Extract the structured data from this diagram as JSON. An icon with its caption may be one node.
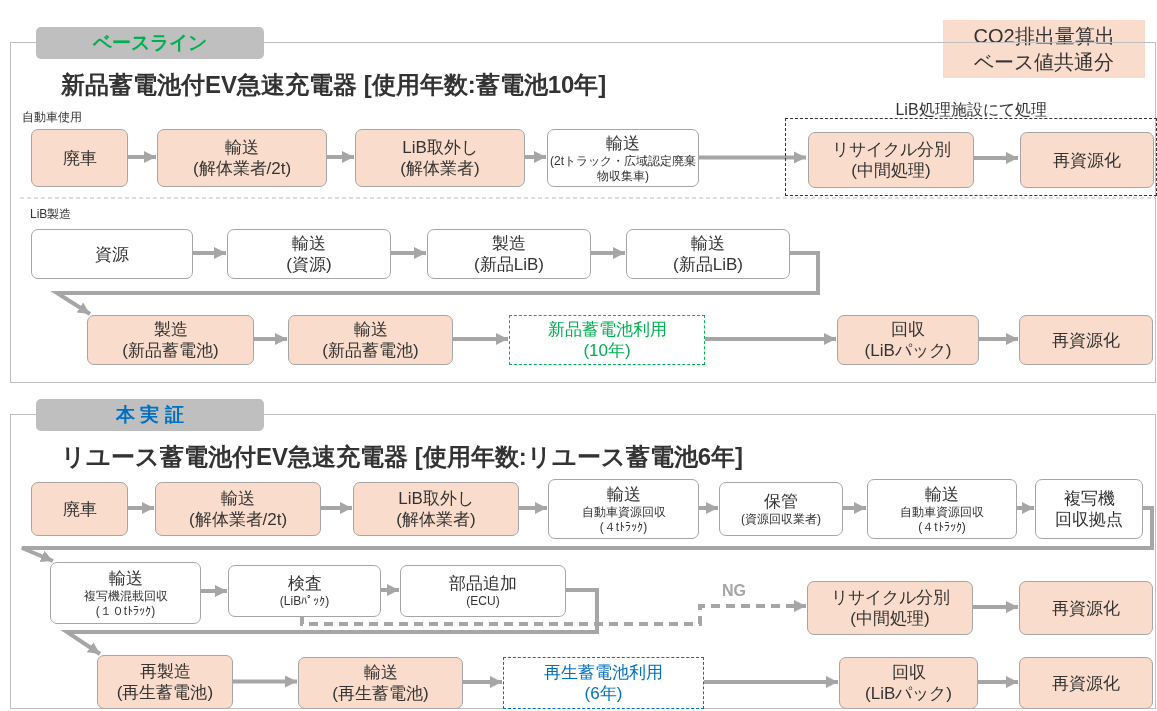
{
  "diagram": {
    "nodes": [
      {
        "text": [
          "CO2排出量算出ベース値共通分"
        ]
      },
      {
        "text": [
          "ベースライン",
          "新品蓄電池付EV急速充電器 [使用年数:蓄電池10年]"
        ]
      },
      {
        "text": [
          "廃車"
        ],
        "in": 1
      },
      {
        "text": [
          "輸送",
          "(解体業者/2t)"
        ],
        "in": 1
      },
      {
        "text": [
          "LiB取外し",
          "(解体業者)"
        ],
        "in": 1
      },
      {
        "text": [
          "輸送",
          "(2tトラック・広域認定廃棄物収集車)"
        ],
        "in": 1
      },
      {
        "text": [
          "LiB処理施設にて処理"
        ],
        "in": 1
      },
      {
        "text": [
          "リサイクル分別",
          "(中間処理)"
        ],
        "in": 6
      },
      {
        "text": [
          "再資源化"
        ],
        "in": 6
      },
      {
        "text": [
          "資源"
        ],
        "in": 1
      },
      {
        "text": [
          "輸送",
          "(資源)"
        ],
        "in": 1
      },
      {
        "text": [
          "製造",
          "(新品LiB)"
        ],
        "in": 1
      },
      {
        "text": [
          "輸送",
          "(新品LiB)"
        ],
        "in": 1
      },
      {
        "text": [
          "製造",
          "(新品蓄電池)"
        ],
        "in": 1
      },
      {
        "text": [
          "輸送",
          "(新品蓄電池)"
        ],
        "in": 1
      },
      {
        "text": [
          "新品蓄電池利用",
          "(10年)"
        ],
        "in": 1
      },
      {
        "text": [
          "回収",
          "(LiBパック)"
        ],
        "in": 1
      },
      {
        "text": [
          "再資源化"
        ],
        "in": 1
      },
      {
        "text": [
          "本 実 証",
          "リユース蓄電池付EV急速充電器 [使用年数:リユース蓄電池6年]"
        ]
      },
      {
        "text": [
          "廃車"
        ],
        "in": 18
      },
      {
        "text": [
          "輸送",
          "(解体業者/2t)"
        ],
        "in": 18
      },
      {
        "text": [
          "LiB取外し",
          "(解体業者)"
        ],
        "in": 18
      },
      {
        "text": [
          "輸送",
          "自動車資源回収",
          "(４tﾄﾗｯｸ)"
        ],
        "in": 18
      },
      {
        "text": [
          "保管",
          "(資源回収業者)"
        ],
        "in": 18
      },
      {
        "text": [
          "輸送",
          "自動車資源回収",
          "(４tﾄﾗｯｸ)"
        ],
        "in": 18
      },
      {
        "text": [
          "複写機",
          "回収拠点"
        ],
        "in": 18
      },
      {
        "text": [
          "輸送",
          "複写機混載回収",
          "(１０tﾄﾗｯｸ)"
        ],
        "in": 18
      },
      {
        "text": [
          "検査",
          "(LiBﾊﾟｯｸ)"
        ],
        "in": 18
      },
      {
        "text": [
          "部品追加",
          "(ECU)"
        ],
        "in": 18
      },
      {
        "text": [
          "リサイクル分別",
          "(中間処理)"
        ],
        "in": 18
      },
      {
        "text": [
          "再資源化"
        ],
        "in": 18
      },
      {
        "text": [
          "再製造",
          "(再生蓄電池)"
        ],
        "in": 18
      },
      {
        "text": [
          "輸送",
          "(再生蓄電池)"
        ],
        "in": 18
      },
      {
        "text": [
          "再生蓄電池利用",
          "(6年)"
        ],
        "in": 18
      },
      {
        "text": [
          "回収",
          "(LiBパック)"
        ],
        "in": 18
      },
      {
        "text": [
          "再資源化"
        ],
        "in": 18
      }
    ],
    "edges": [
      {
        "from": 2,
        "to": 3,
        "arrow": "to"
      },
      {
        "from": 3,
        "to": 4,
        "arrow": "to"
      },
      {
        "from": 4,
        "to": 5,
        "arrow": "to"
      },
      {
        "from": 5,
        "to": 7,
        "arrow": "to"
      },
      {
        "from": 7,
        "to": 8,
        "arrow": "to"
      },
      {
        "from": 9,
        "to": 10,
        "arrow": "to"
      },
      {
        "from": 10,
        "to": 11,
        "arrow": "to"
      },
      {
        "from": 11,
        "to": 12,
        "arrow": "to"
      },
      {
        "from": 12,
        "to": 13,
        "arrow": "to"
      },
      {
        "from": 13,
        "to": 14,
        "arrow": "to"
      },
      {
        "from": 14,
        "to": 15,
        "arrow": "to"
      },
      {
        "from": 15,
        "to": 16,
        "arrow": "to"
      },
      {
        "from": 16,
        "to": 17,
        "arrow": "to"
      },
      {
        "from": 19,
        "to": 20,
        "arrow": "to"
      },
      {
        "from": 20,
        "to": 21,
        "arrow": "to"
      },
      {
        "from": 21,
        "to": 22,
        "arrow": "to"
      },
      {
        "from": 22,
        "to": 23,
        "arrow": "to"
      },
      {
        "from": 23,
        "to": 24,
        "arrow": "to"
      },
      {
        "from": 24,
        "to": 25,
        "arrow": "to"
      },
      {
        "from": 25,
        "to": 26,
        "arrow": "to"
      },
      {
        "from": 26,
        "to": 27,
        "arrow": "to"
      },
      {
        "from": 27,
        "to": 28,
        "arrow": "to"
      },
      {
        "from": 27,
        "to": 29,
        "arrow": "to",
        "label": "NG",
        "style": "dashed"
      },
      {
        "from": 29,
        "to": 30,
        "arrow": "to"
      },
      {
        "from": 28,
        "to": 31,
        "arrow": "to"
      },
      {
        "from": 31,
        "to": 32,
        "arrow": "to"
      },
      {
        "from": 32,
        "to": 33,
        "arrow": "to"
      },
      {
        "from": 33,
        "to": 34,
        "arrow": "to"
      },
      {
        "from": 34,
        "to": 35,
        "arrow": "to"
      }
    ],
    "labels": [
      "自動車使用",
      "LiB製造"
    ]
  }
}
